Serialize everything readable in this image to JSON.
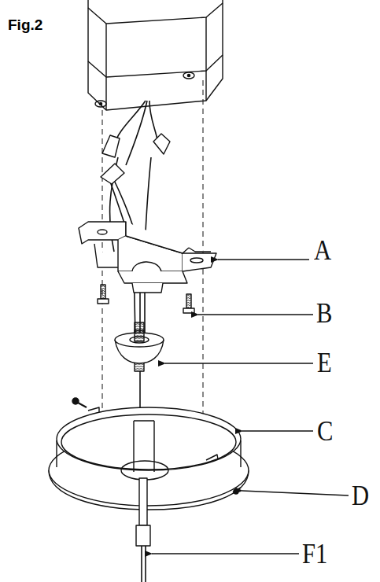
{
  "diagram": {
    "title": "Fig.2",
    "labels": [
      "A",
      "B",
      "E",
      "C",
      "D",
      "F1"
    ]
  }
}
